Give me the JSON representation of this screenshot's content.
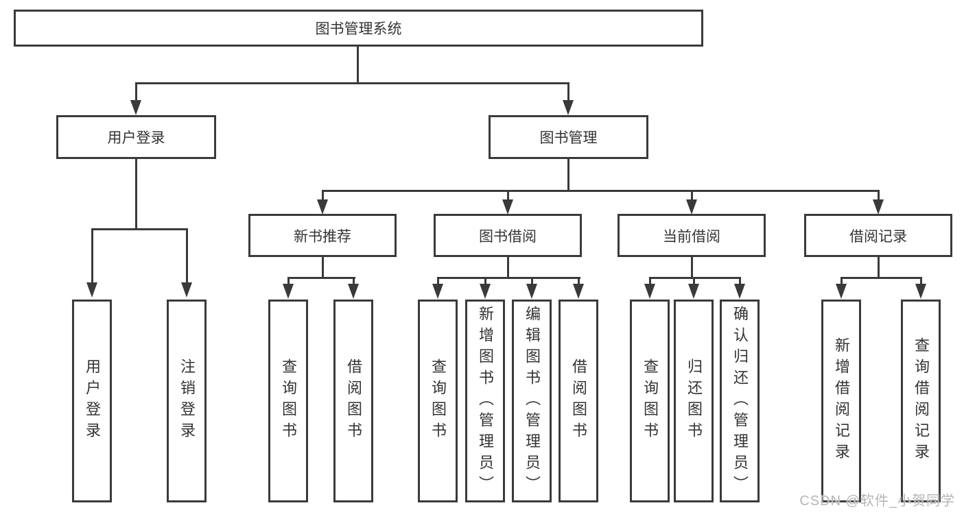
{
  "root": "图书管理系统",
  "level2": {
    "user_login": "用户登录",
    "book_mgmt": "图书管理"
  },
  "level3": {
    "new_books": "新书推荐",
    "borrow": "图书借阅",
    "current": "当前借阅",
    "records": "借阅记录"
  },
  "leaves": {
    "user_login": [
      "用户登录",
      "注销登录"
    ],
    "new_books": [
      "查询图书",
      "借阅图书"
    ],
    "borrow": [
      "查询图书",
      "新增图书（管理员）",
      "编辑图书（管理员）",
      "借阅图书"
    ],
    "current": [
      "查询图书",
      "归还图书",
      "确认归还（管理员）"
    ],
    "records": [
      "新增借阅记录",
      "查询借阅记录"
    ]
  },
  "watermark": "CSDN @软件_小贺同学",
  "colors": {
    "line": "#3a3a3a",
    "text": "#333333",
    "watermark": "#b5b5b5",
    "background": "#ffffff"
  }
}
